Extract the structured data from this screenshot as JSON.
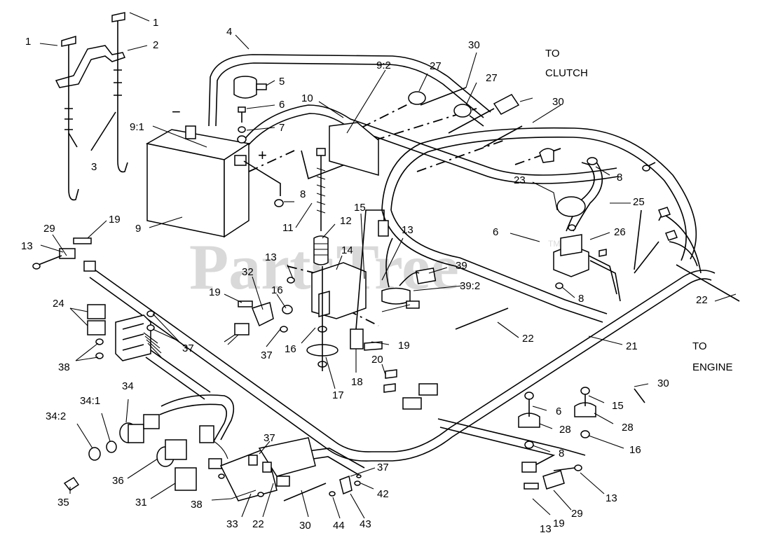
{
  "watermark": {
    "text": "PartsTree",
    "trademark": "TM"
  },
  "destinations": {
    "clutch": [
      "TO",
      "CLUTCH"
    ],
    "engine": [
      "TO",
      "ENGINE"
    ]
  },
  "callouts": [
    "1",
    "1",
    "2",
    "3",
    "4",
    "5",
    "6",
    "7",
    "9:1",
    "9:2",
    "10",
    "27",
    "27",
    "30",
    "30",
    "9",
    "8",
    "11",
    "12",
    "13",
    "14",
    "15",
    "13",
    "39",
    "39:2",
    "23",
    "8",
    "25",
    "6",
    "26",
    "8",
    "22",
    "22",
    "21",
    "13",
    "29",
    "19",
    "24",
    "32",
    "19",
    "16",
    "37",
    "38",
    "37",
    "16",
    "17",
    "18",
    "19",
    "20",
    "30",
    "6",
    "15",
    "28",
    "28",
    "8",
    "16",
    "34",
    "34:1",
    "34:2",
    "35",
    "36",
    "31",
    "37",
    "38",
    "33",
    "22",
    "30",
    "44",
    "43",
    "42",
    "37",
    "13",
    "29",
    "19",
    "13"
  ],
  "symbols": {
    "negative": "−",
    "positive": "+"
  }
}
